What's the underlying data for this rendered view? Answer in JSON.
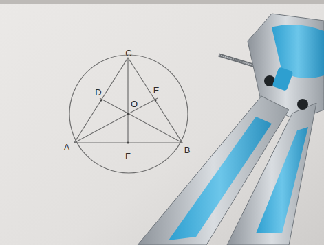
{
  "diagram": {
    "labels": [
      "C",
      "D",
      "E",
      "O",
      "A",
      "F",
      "B"
    ]
  }
}
